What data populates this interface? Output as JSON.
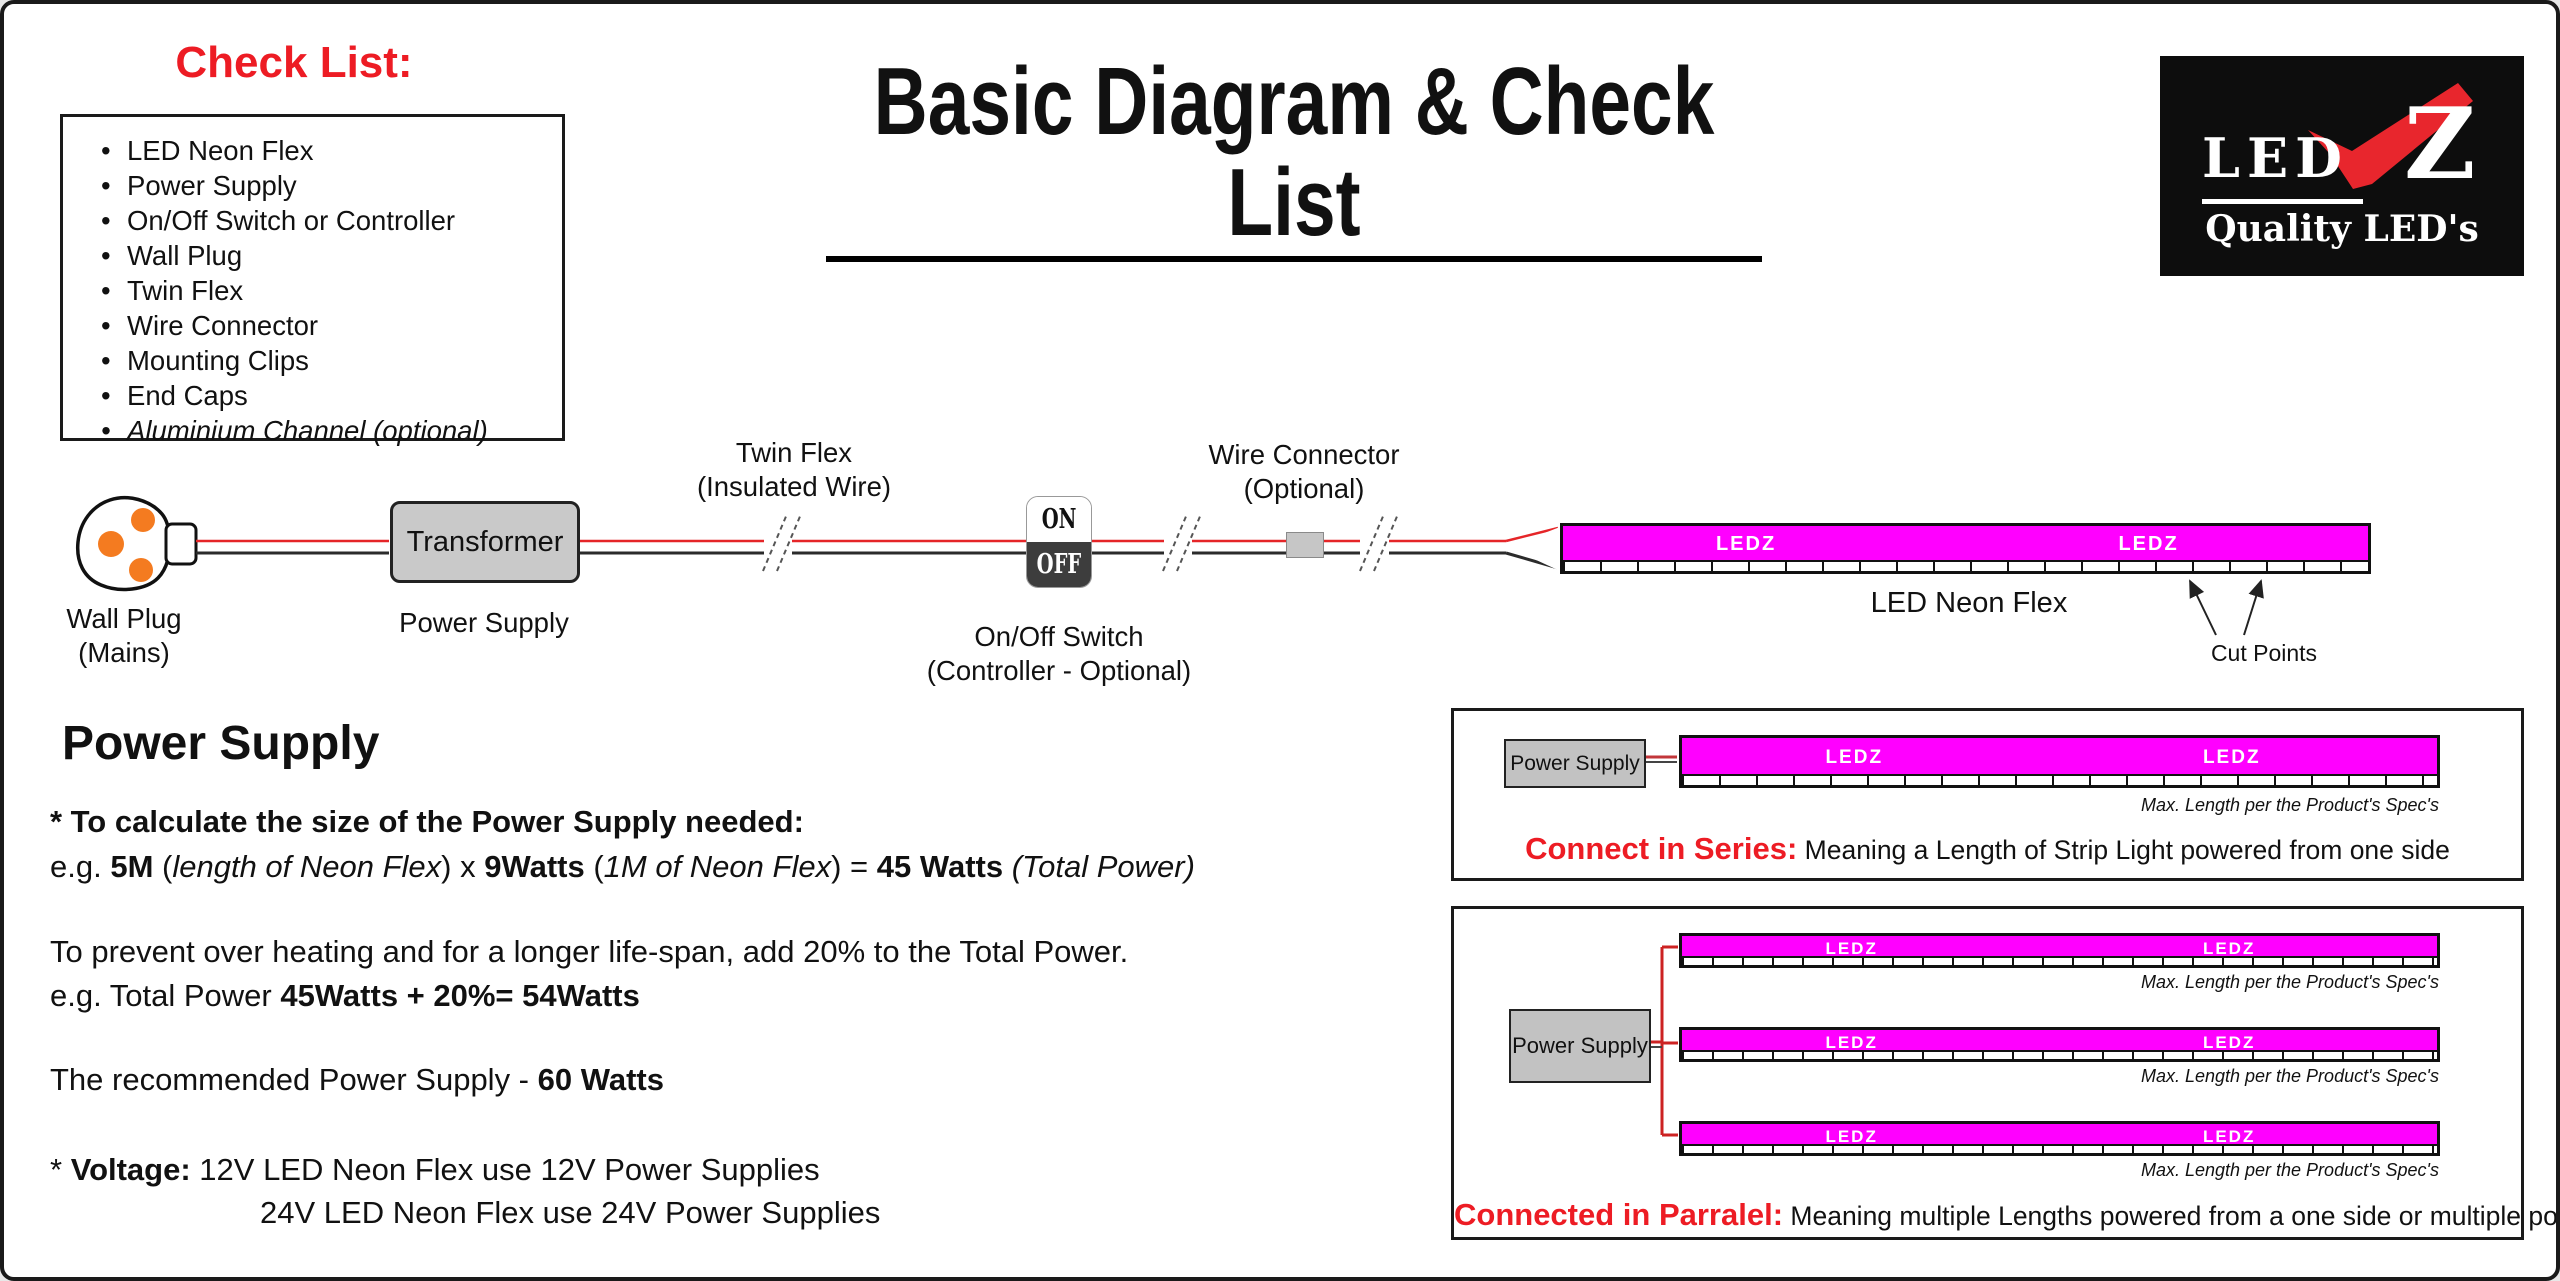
{
  "colors": {
    "accent-red": "#ED1C24",
    "wire-red": "#E52528",
    "magenta": "#FF00FF",
    "box-gray": "#C9C9C9",
    "plug-orange": "#F47B20"
  },
  "header": {
    "check_list_title": "Check List:",
    "title": "Basic Diagram & Check List"
  },
  "checklist": {
    "items": [
      "LED Neon Flex",
      "Power Supply",
      "On/Off Switch or Controller",
      "Wall Plug",
      "Twin Flex",
      "Wire Connector",
      "Mounting Clips",
      "End Caps",
      "Aluminium Channel (optional)"
    ]
  },
  "logo": {
    "brand": "LED",
    "z": "Z",
    "tagline": "Quality LED's"
  },
  "diagram": {
    "wall_plug_label_1": "Wall Plug",
    "wall_plug_label_2": "(Mains)",
    "transformer": "Transformer",
    "power_supply_label": "Power Supply",
    "twin_flex_1": "Twin Flex",
    "twin_flex_2": "(Insulated Wire)",
    "switch_on": "ON",
    "switch_off": "OFF",
    "switch_label_1": "On/Off Switch",
    "switch_label_2": "(Controller - Optional)",
    "connector_label_1": "Wire Connector",
    "connector_label_2": "(Optional)",
    "strip_brand": "LEDZ",
    "neon_flex_label": "LED Neon Flex",
    "cut_points_label": "Cut Points"
  },
  "power_supply_section": {
    "heading": "Power Supply",
    "line1": "* To calculate the size of the Power Supply needed:",
    "line2_segments": [
      {
        "text": "e.g. "
      },
      {
        "text": "5M",
        "bold": true
      },
      {
        "text": " ("
      },
      {
        "text": "length of Neon Flex",
        "italic": true
      },
      {
        "text": ") x "
      },
      {
        "text": "9Watts",
        "bold": true
      },
      {
        "text": " ("
      },
      {
        "text": "1M of Neon Flex",
        "italic": true
      },
      {
        "text": ") = "
      },
      {
        "text": "45 Watts",
        "bold": true
      },
      {
        "text": " "
      },
      {
        "text": "(Total Power)",
        "italic": true
      }
    ],
    "line3": "To prevent over heating and for a longer life-span, add 20% to the Total Power.",
    "line4_segments": [
      {
        "text": "e.g. Total Power "
      },
      {
        "text": "45Watts + 20%= 54Watts",
        "bold": true
      }
    ],
    "line5_segments": [
      {
        "text": "The recommended Power Supply - "
      },
      {
        "text": "60 Watts",
        "bold": true
      }
    ],
    "line6_segments": [
      {
        "text": "* "
      },
      {
        "text": "Voltage:",
        "bold": true
      },
      {
        "text": " 12V LED Neon Flex use 12V Power Supplies"
      }
    ],
    "line7": "24V LED Neon Flex use 24V Power Supplies"
  },
  "series_box": {
    "power_supply": "Power Supply",
    "strip_brand": "LEDZ",
    "max_length_note": "Max. Length per the Product's Spec's",
    "caption_red": "Connect in Series:",
    "caption_text": " Meaning a Length of Strip Light powered from one side"
  },
  "parallel_box": {
    "power_supply": "Power Supply",
    "strip_brand": "LEDZ",
    "max_length_note": "Max. Length per the Product's Spec's",
    "caption_red": "Connected in Parralel:",
    "caption_text": " Meaning multiple Lengths powered from a one side or multiple points"
  }
}
